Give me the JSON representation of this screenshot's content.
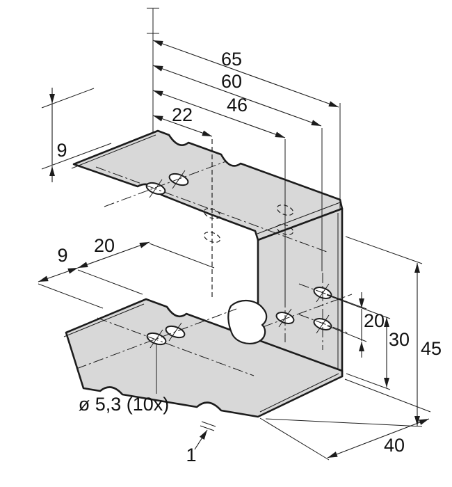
{
  "meta": {
    "view": "isometric dimensioned drawing"
  },
  "colors": {
    "part_fill": "#d8d8d8",
    "line": "#1c1c1c",
    "background": "#ffffff"
  },
  "labels": {
    "d65": "65",
    "d60": "60",
    "d46": "46",
    "d22": "22",
    "d9_top": "9",
    "d9_left": "9",
    "d20_left": "20",
    "d20_right": "20",
    "d30": "30",
    "d45": "45",
    "d40": "40",
    "d1": "1",
    "hole_callout": "ø 5,3 (10x)"
  }
}
